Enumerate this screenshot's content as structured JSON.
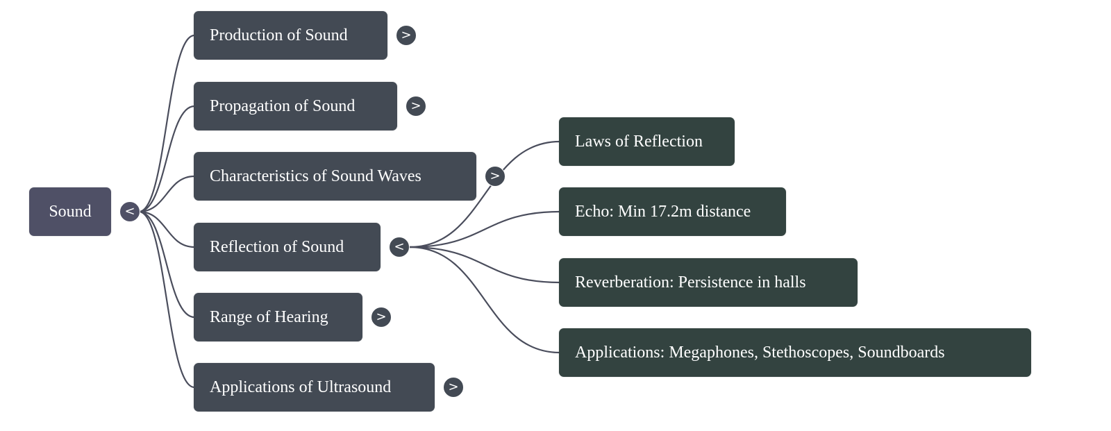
{
  "mindmap": {
    "root": {
      "label": "Sound",
      "toggle": "<",
      "expanded": true
    },
    "children": [
      {
        "label": "Production of Sound",
        "toggle": ">",
        "expanded": false
      },
      {
        "label": "Propagation of Sound",
        "toggle": ">",
        "expanded": false
      },
      {
        "label": "Characteristics of Sound Waves",
        "toggle": ">",
        "expanded": false
      },
      {
        "label": "Reflection of Sound",
        "toggle": "<",
        "expanded": true,
        "children": [
          {
            "label": "Laws of Reflection"
          },
          {
            "label": "Echo: Min 17.2m distance"
          },
          {
            "label": "Reverberation: Persistence in halls"
          },
          {
            "label": "Applications: Megaphones, Stethoscopes, Soundboards"
          }
        ]
      },
      {
        "label": "Range of Hearing",
        "toggle": ">",
        "expanded": false
      },
      {
        "label": "Applications of Ultrasound",
        "toggle": ">",
        "expanded": false
      }
    ],
    "colors": {
      "root": "#4f5066",
      "level1": "#434a54",
      "level2": "#334340",
      "edge": "#4a4d5c"
    }
  }
}
